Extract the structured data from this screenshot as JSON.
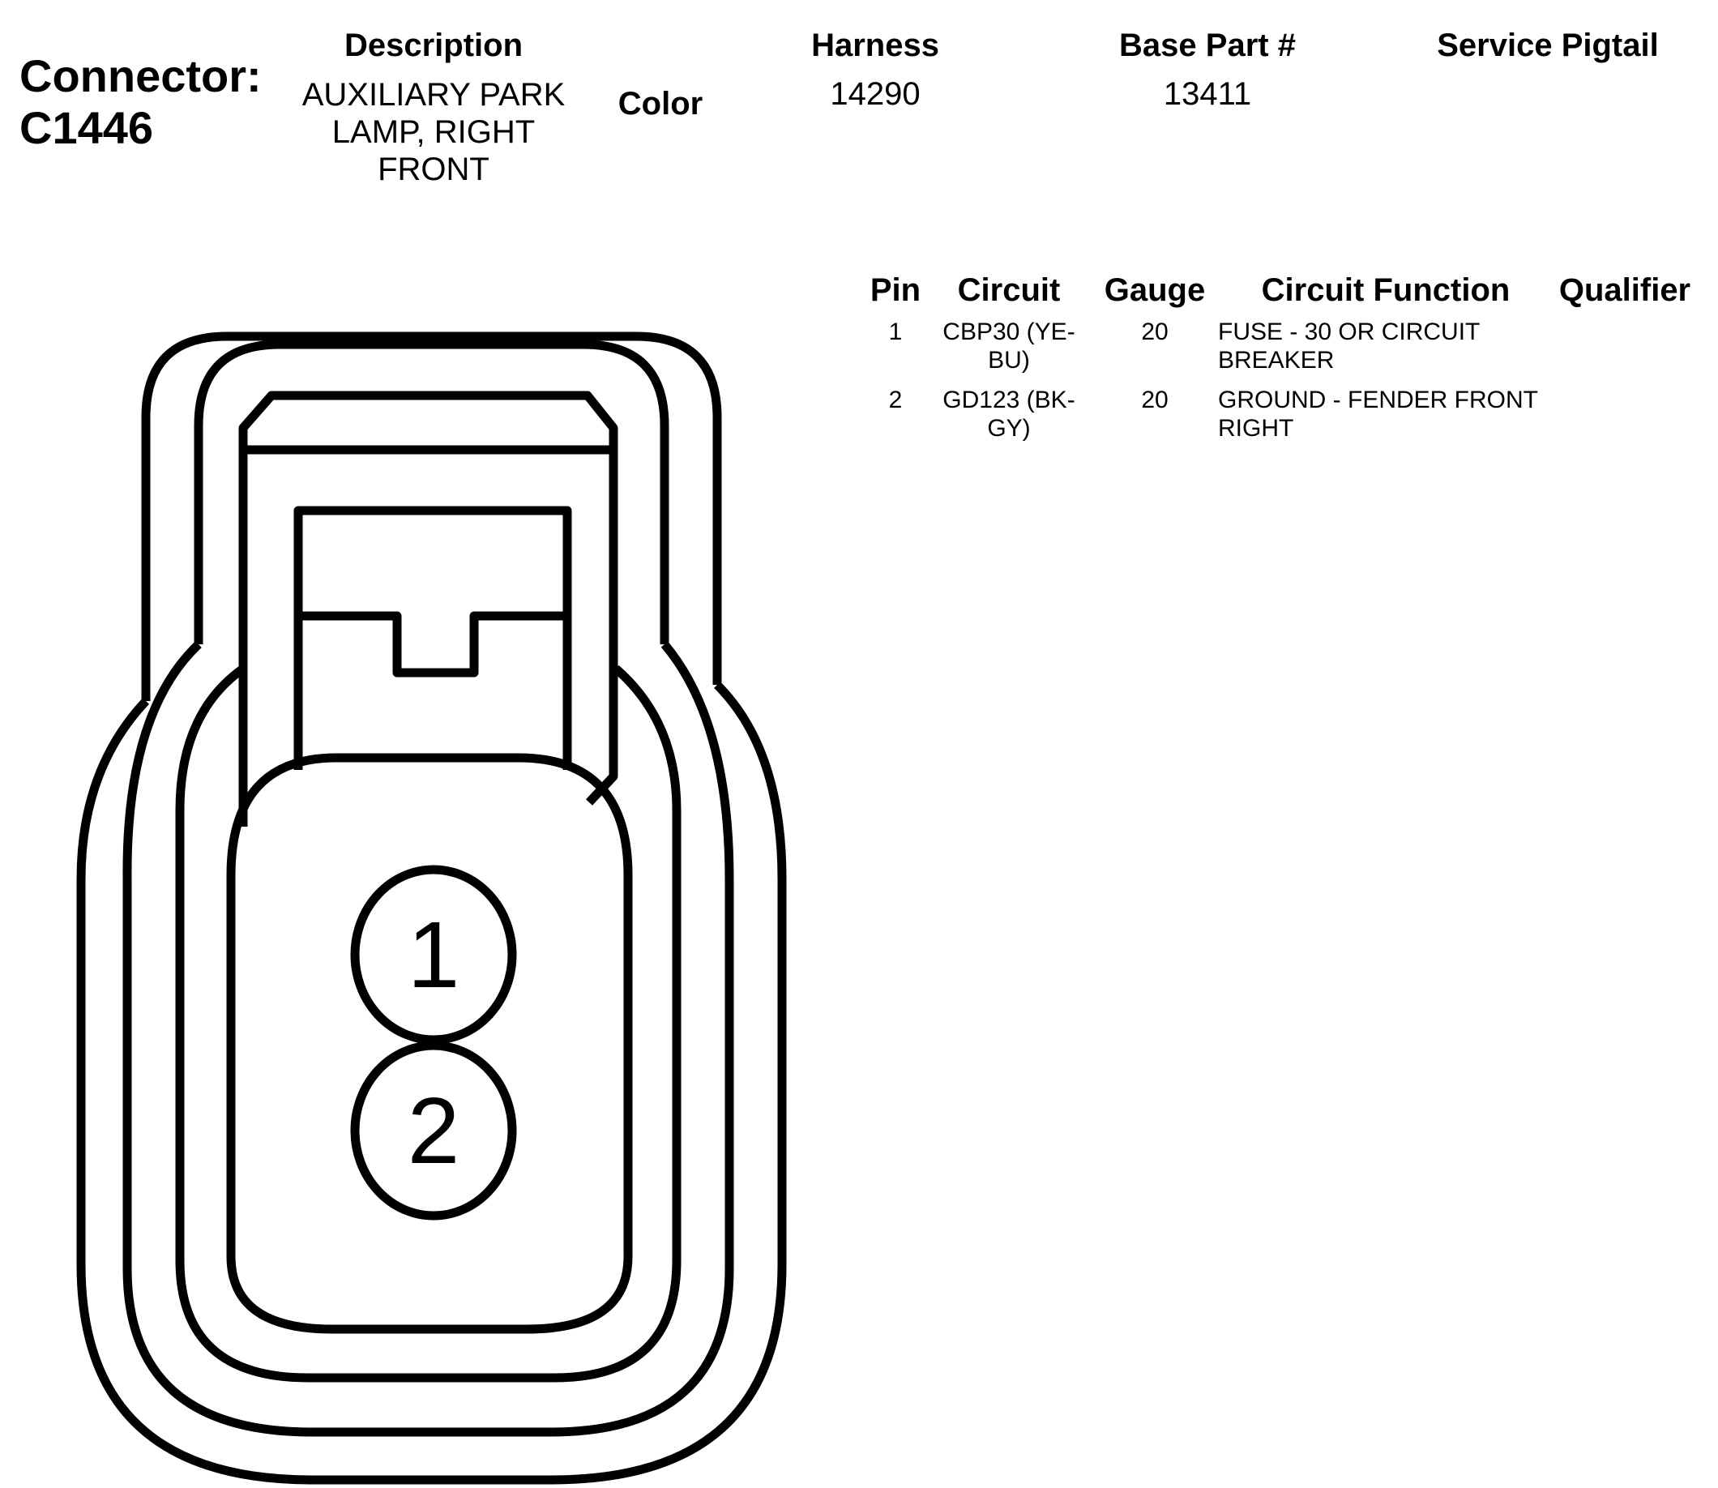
{
  "connector": {
    "label": "Connector:",
    "id": "C1446"
  },
  "header": {
    "description_label": "Description",
    "description_value": "AUXILIARY PARK LAMP, RIGHT FRONT",
    "color_label": "Color",
    "harness_label": "Harness",
    "harness_value": "14290",
    "base_part_label": "Base Part #",
    "base_part_value": "13411",
    "service_pigtail_label": "Service Pigtail"
  },
  "pin_table": {
    "columns": [
      "Pin",
      "Circuit",
      "Gauge",
      "Circuit Function",
      "Qualifier"
    ],
    "rows": [
      {
        "pin": "1",
        "circuit": "CBP30 (YE-BU)",
        "gauge": "20",
        "function": "FUSE - 30 OR CIRCUIT BREAKER",
        "qualifier": ""
      },
      {
        "pin": "2",
        "circuit": "GD123 (BK-GY)",
        "gauge": "20",
        "function": "GROUND - FENDER FRONT RIGHT",
        "qualifier": ""
      }
    ]
  },
  "diagram": {
    "pins": [
      "1",
      "2"
    ],
    "line_color": "#000000",
    "background": "#ffffff"
  }
}
